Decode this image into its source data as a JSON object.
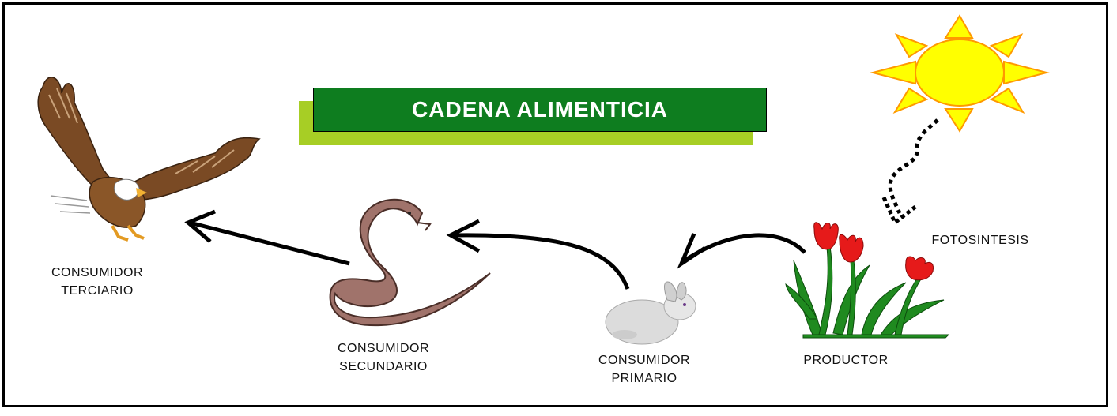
{
  "title": "CADENA ALIMENTICIA",
  "colors": {
    "title_bg": "#0e7d1f",
    "title_shadow": "#a7ce25",
    "title_text": "#ffffff",
    "sun_fill": "#ffff00",
    "sun_stroke": "#ff9900",
    "snake": "#a0736b",
    "eagle_body": "#7a4a24",
    "rabbit": "#dcdcdc",
    "tulip_petal": "#e61a1a",
    "leaf": "#1f8a1f"
  },
  "icons": {
    "sun": "sun-icon",
    "eagle": "eagle-icon",
    "snake": "snake-icon",
    "rabbit": "rabbit-icon",
    "tulips": "tulips-icon"
  },
  "labels": {
    "terciario": [
      "CONSUMIDOR",
      "TERCIARIO"
    ],
    "secundario": [
      "CONSUMIDOR",
      "SECUNDARIO"
    ],
    "primario": [
      "CONSUMIDOR",
      "PRIMARIO"
    ],
    "productor": "PRODUCTOR",
    "fotosintesis": "FOTOSINTESIS"
  }
}
